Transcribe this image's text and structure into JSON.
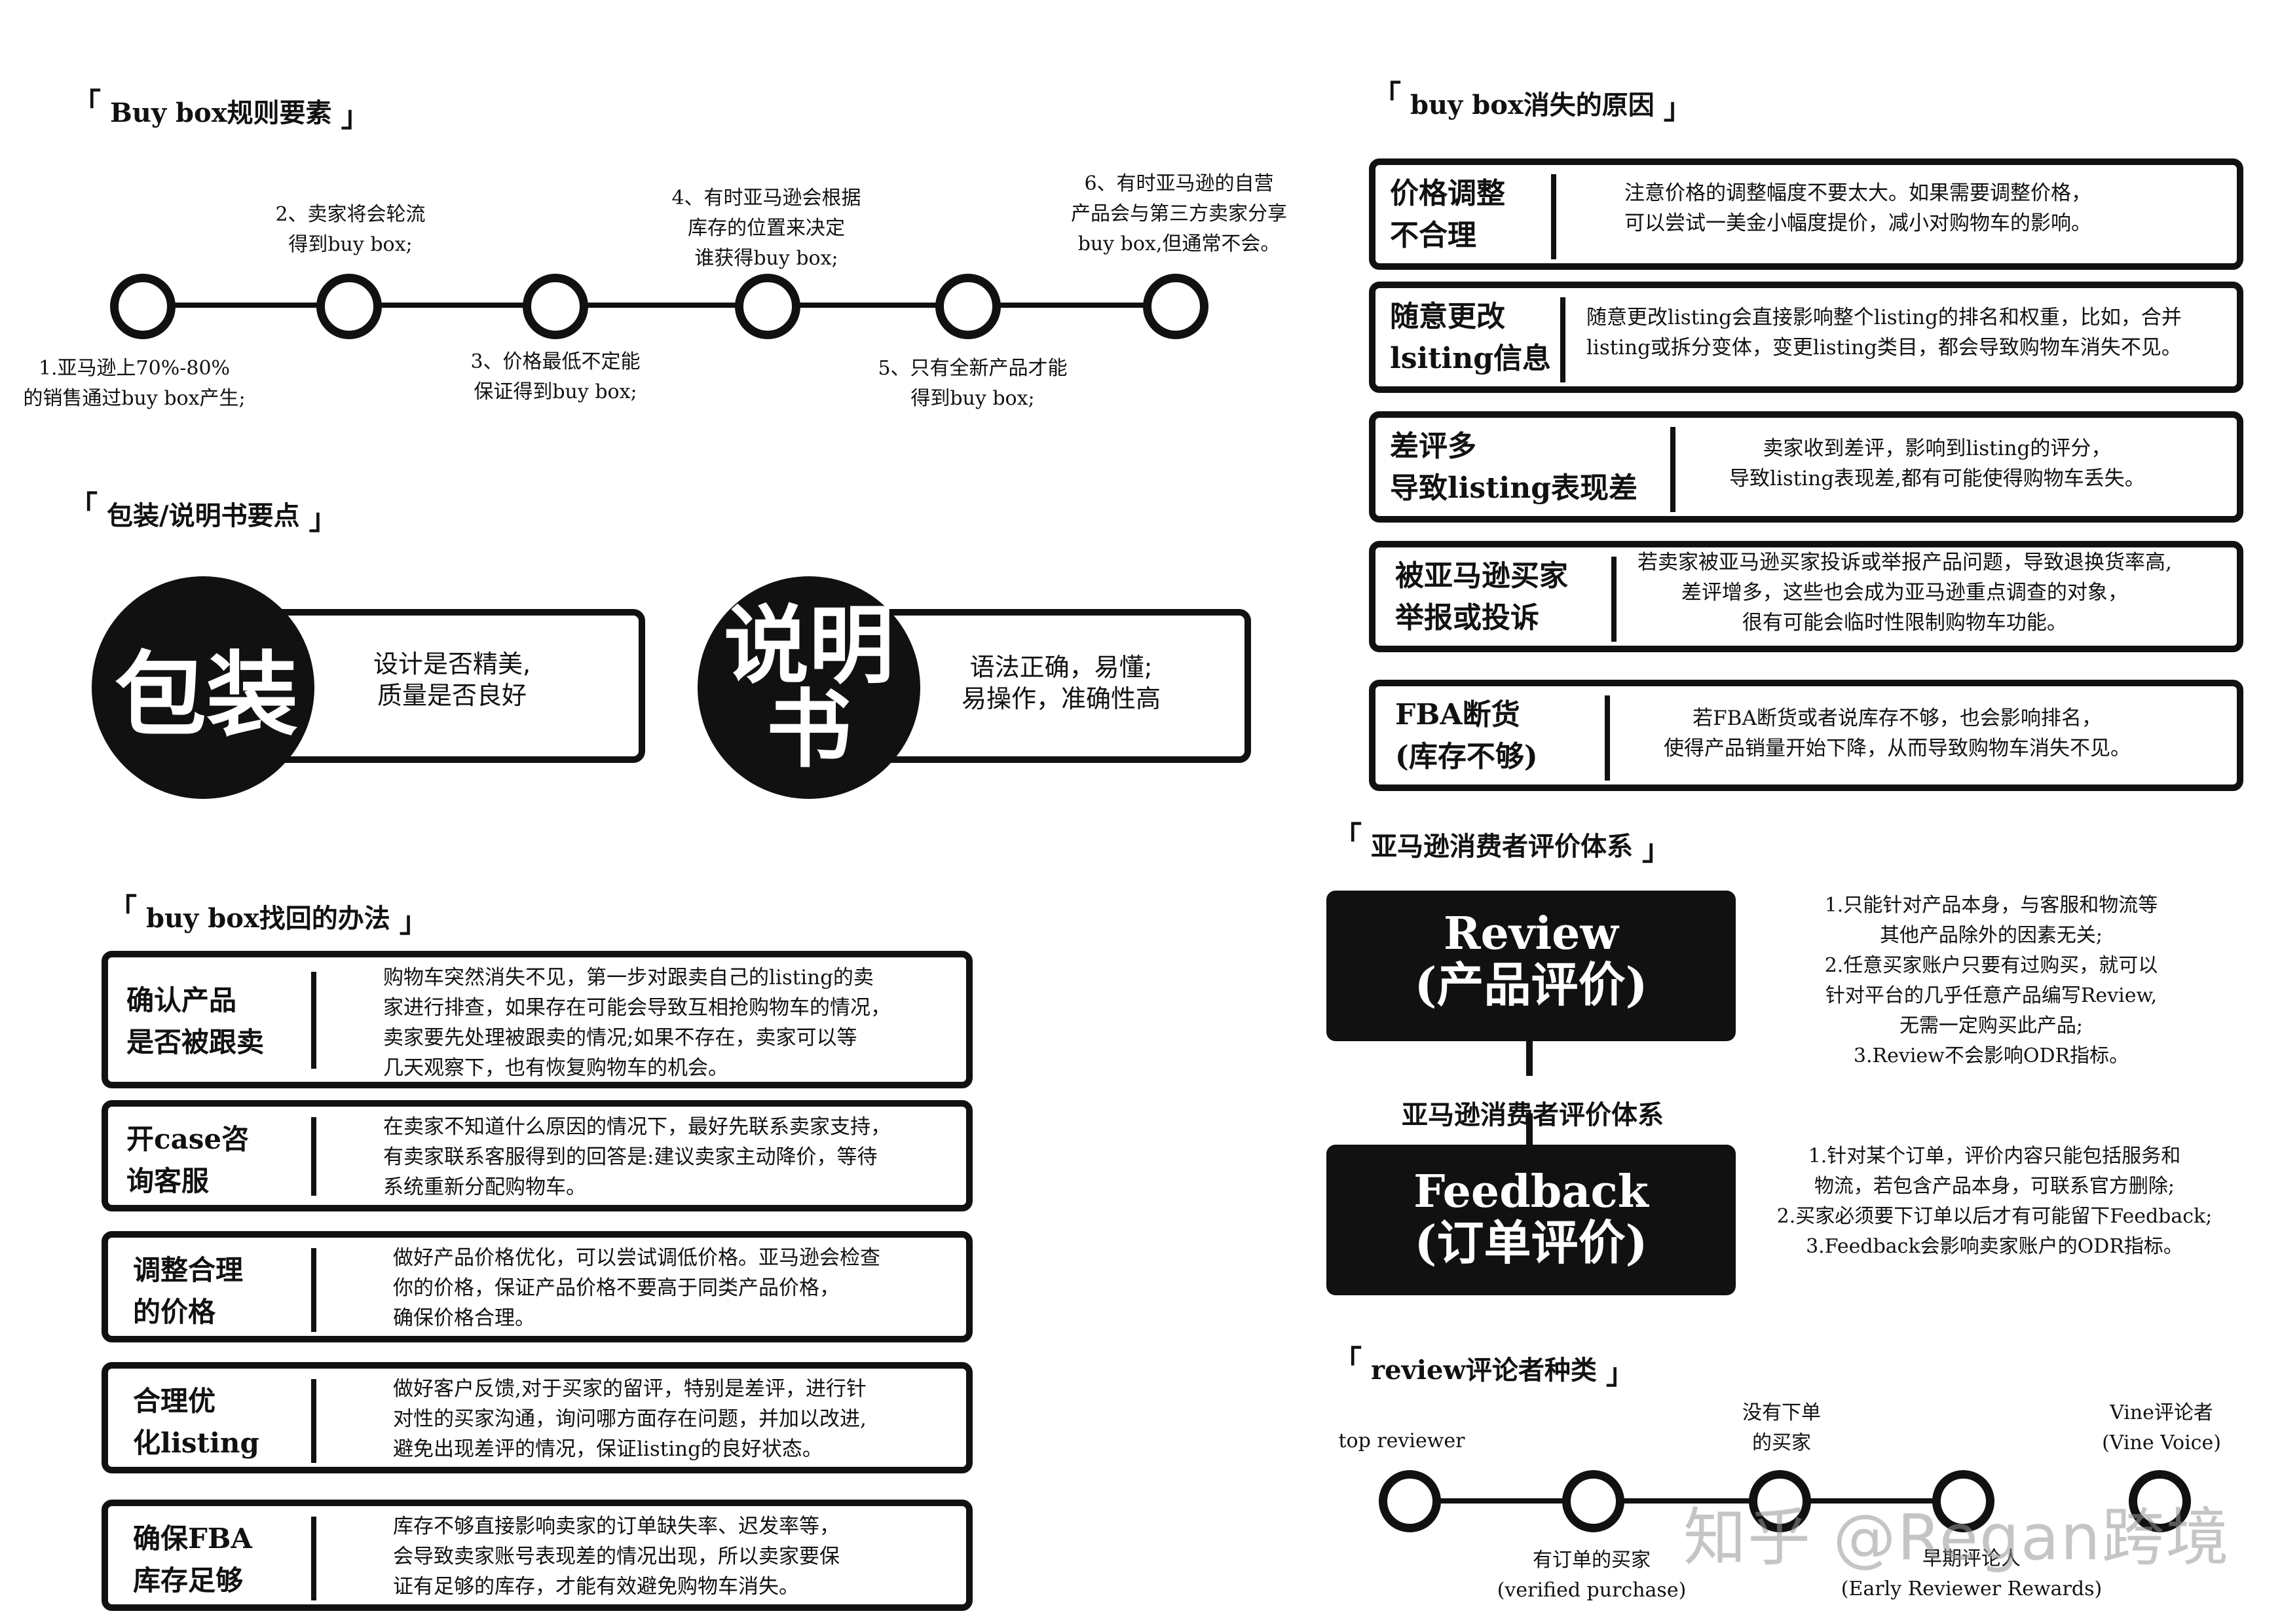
{
  "sections": {
    "buybox_rules": "Buy box规则要素",
    "buybox_lost": "buy box消失的原因",
    "packaging": "包装/说明书要点",
    "recover": "buy box找回的办法",
    "consumer_review": "亚马逊消费者评价体系",
    "reviewer_types": "review评论者种类"
  },
  "rules_top": [
    {
      "lines": [
        "2、卖家将会轮流",
        "得到buy box;"
      ]
    },
    {
      "lines": [
        "4、有时亚马逊会根据",
        "库存的位置来决定",
        "谁获得buy box;"
      ]
    },
    {
      "lines": [
        "6、有时亚马逊的自营",
        "产品会与第三方卖家分享",
        "buy box,但通常不会。"
      ]
    }
  ],
  "rules_bottom": [
    {
      "lines": [
        "1.亚马逊上70%-80%",
        "的销售通过buy box产生;"
      ]
    },
    {
      "lines": [
        "3、价格最低不定能",
        "保证得到buy box;"
      ]
    },
    {
      "lines": [
        "5、只有全新产品才能",
        "得到buy box;"
      ]
    }
  ],
  "packaging": [
    {
      "circle": "包装",
      "lines": [
        "设计是否精美,",
        "质量是否良好"
      ]
    },
    {
      "circle_lines": [
        "说明",
        "书"
      ],
      "lines": [
        "语法正确，易懂;",
        "易操作，准确性高"
      ]
    }
  ],
  "recover": [
    {
      "title": [
        "确认产品",
        "是否被跟卖"
      ],
      "desc": [
        "购物车突然消失不见，第一步对跟卖自己的listing的卖",
        "家进行排查，如果存在可能会导致互相抢购物车的情况，",
        "卖家要先处理被跟卖的情况;如果不存在，卖家可以等",
        "几天观察下，也有恢复购物车的机会。"
      ]
    },
    {
      "title": [
        "开case咨",
        "询客服"
      ],
      "desc": [
        "在卖家不知道什么原因的情况下，最好先联系卖家支持，",
        "有卖家联系客服得到的回答是:建议卖家主动降价，等待",
        "系统重新分配购物车。"
      ]
    },
    {
      "title": [
        "调整合理",
        "的价格"
      ],
      "desc": [
        "做好产品价格优化，可以尝试调低价格。亚马逊会检查",
        "你的价格，保证产品价格不要高于同类产品价格，",
        "确保价格合理。"
      ]
    },
    {
      "title": [
        "合理优",
        "化listing"
      ],
      "desc": [
        "做好客户反馈,对于买家的留评，特别是差评，进行针",
        "对性的买家沟通，询问哪方面存在问题，并加以改进,",
        "避免出现差评的情况，保证listing的良好状态。"
      ]
    },
    {
      "title": [
        "确保FBA",
        "库存足够"
      ],
      "desc": [
        "库存不够直接影响卖家的订单缺失率、迟发率等，",
        "会导致卖家账号表现差的情况出现，所以卖家要保",
        "证有足够的库存，才能有效避免购物车消失。"
      ]
    }
  ],
  "lost": [
    {
      "title": [
        "价格调整",
        "不合理"
      ],
      "desc": [
        "注意价格的调整幅度不要太大。如果需要调整价格，",
        "可以尝试一美金小幅度提价，减小对购物车的影响。"
      ]
    },
    {
      "title": [
        "随意更改",
        "lsiting信息"
      ],
      "desc": [
        "随意更改listing会直接影响整个listing的排名和权重，比如，合并",
        "listing或拆分变体，变更listing类目，都会导致购物车消失不见。"
      ]
    },
    {
      "title": [
        "差评多",
        "导致listing表现差"
      ],
      "desc": [
        "卖家收到差评，影响到listing的评分，",
        "导致listing表现差,都有可能使得购物车丢失。"
      ]
    },
    {
      "title": [
        "被亚马逊买家",
        "举报或投诉"
      ],
      "desc": [
        "若卖家被亚马逊买家投诉或举报产品问题，导致退换货率高,",
        "差评增多，这些也会成为亚马逊重点调查的对象，",
        "很有可能会临时性限制购物车功能。"
      ]
    },
    {
      "title": [
        "FBA断货",
        "(库存不够)"
      ],
      "desc": [
        "若FBA断货或者说库存不够，也会影响排名，",
        "使得产品销量开始下降，从而导致购物车消失不见。"
      ]
    }
  ],
  "consumer": {
    "review_box": [
      "Review",
      "(产品评价)"
    ],
    "feedback_box": [
      "Feedback",
      "(订单评价)"
    ],
    "center_label": "亚马逊消费者评价体系",
    "review_desc": [
      "1.只能针对产品本身，与客服和物流等",
      "其他产品除外的因素无关;",
      "2.任意买家账户只要有过购买，就可以",
      "针对平台的几乎任意产品编写Review,",
      "无需一定购买此产品;",
      "3.Review不会影响ODR指标。"
    ],
    "feedback_desc": [
      "1.针对某个订单，评价内容只能包括服务和",
      "物流，若包含产品本身，可联系官方删除;",
      "2.买家必须要下订单以后才有可能留下Feedback;",
      "3.Feedback会影响卖家账户的ODR指标。"
    ]
  },
  "reviewers_top": [
    {
      "lines": [
        "top reviewer"
      ]
    },
    {
      "lines": [
        "没有下单",
        "的买家"
      ]
    },
    {
      "lines": [
        "Vine评论者",
        "(Vine Voice)"
      ]
    }
  ],
  "reviewers_bottom": [
    {
      "lines": [
        "有订单的买家",
        "(verified purchase)"
      ]
    },
    {
      "lines": [
        "早期评论人",
        "(Early Reviewer Rewards)"
      ]
    }
  ],
  "watermark": "知乎 @Regan跨境"
}
